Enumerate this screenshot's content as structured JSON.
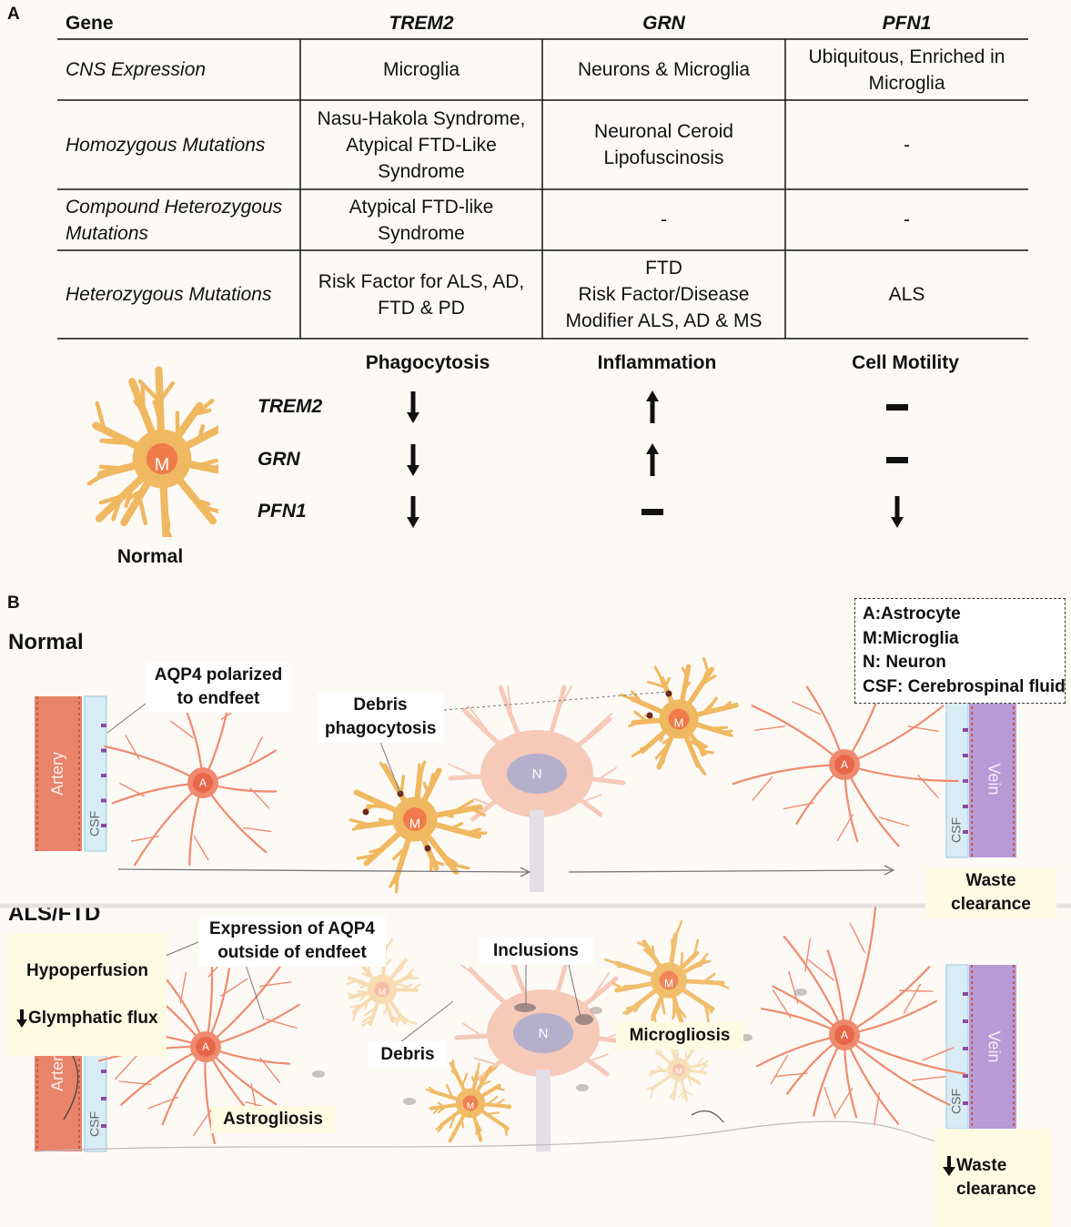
{
  "panel_a": {
    "letter": "A",
    "table": {
      "headers": [
        "Gene",
        "TREM2",
        "GRN",
        "PFN1"
      ],
      "rows": [
        {
          "label": "CNS Expression",
          "trem2": "Microglia",
          "grn": "Neurons & Microglia",
          "pfn1": "Ubiquitous, Enriched in\nMicroglia"
        },
        {
          "label": "Homozygous Mutations",
          "trem2": "Nasu-Hakola Syndrome,\nAtypical FTD-Like\nSyndrome",
          "grn": "Neuronal Ceroid\nLipofuscinosis",
          "pfn1": "-"
        },
        {
          "label": "Compound Heterozygous\nMutations",
          "trem2": "Atypical FTD-like\nSyndrome",
          "grn": "-",
          "pfn1": "-"
        },
        {
          "label": "Heterozygous Mutations",
          "trem2": "Risk Factor for ALS, AD,\nFTD & PD",
          "grn": "FTD\nRisk Factor/Disease\nModifier ALS, AD & MS",
          "pfn1": "ALS"
        }
      ]
    },
    "effects": {
      "columns": [
        "Phagocytosis",
        "Inflammation",
        "Cell Motility"
      ],
      "genes": [
        "TREM2",
        "GRN",
        "PFN1"
      ],
      "values": [
        [
          "down",
          "up",
          "none"
        ],
        [
          "down",
          "up",
          "none"
        ],
        [
          "down",
          "none",
          "down"
        ]
      ]
    },
    "microglia_letter": "M",
    "normal_label": "Normal"
  },
  "panel_b": {
    "letter": "B",
    "normal_title": "Normal",
    "als_title": "ALS/FTD",
    "legend": [
      "A:Astrocyte",
      "M:Microglia",
      "N: Neuron",
      "CSF: Cerebrospinal fluid"
    ],
    "normal": {
      "aqp4": "AQP4 polarized\nto endfeet",
      "debris": "Debris\nphagocytosis",
      "waste": "Waste\nclearance"
    },
    "als": {
      "hypoperfusion": "Hypoperfusion",
      "glymphatic": "Glymphatic flux",
      "aqp4": "Expression of AQP4\noutside of endfeet",
      "inclusions": "Inclusions",
      "microgliosis": "Microgliosis",
      "debris": "Debris",
      "astrogliosis": "Astrogliosis",
      "waste": "Waste\nclearance"
    },
    "vessels": {
      "artery": "Artery",
      "vein": "Vein",
      "csf": "CSF"
    },
    "cells": {
      "astrocyte": "A",
      "microglia": "M",
      "neuron": "N"
    }
  },
  "colors": {
    "astrocyte": "#f08a6e",
    "astrocyte_nucleus": "#e8664a",
    "microglia": "#f0b860",
    "microglia_nucleus": "#ef7a4a",
    "neuron": "#f6c9b8",
    "neuron_nucleus": "#b4b0cc",
    "artery": "#e9836a",
    "vein": "#b79ad6",
    "csf": "#d8ecf6"
  }
}
